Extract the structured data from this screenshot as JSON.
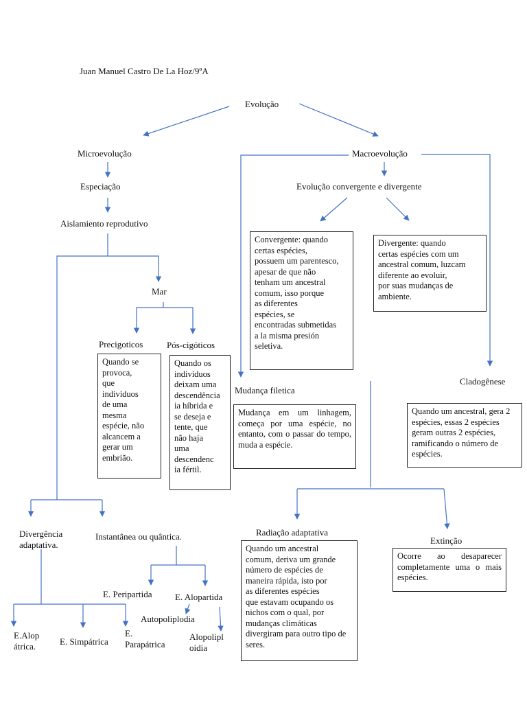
{
  "author": "Juan Manuel Castro De La Hoz/9ºA",
  "nodes": {
    "evolucao": "Evolução",
    "microevolucao": "Microevolução",
    "macroevolucao": "Macroevolução",
    "especiacao": "Especiação",
    "aislamiento": "Aislamiento reprodutivo",
    "mar": "Mar",
    "precigoticos": "Precigoticos",
    "poscigoticos": "Pós-cigóticos",
    "conv_div": "Evolução convergente e divergente",
    "mudanca_filetica": "Mudança filetica",
    "cladogenese": "Cladogênese",
    "divergencia": "Divergência\nadaptativa.",
    "instantanea": "Instantânea ou quântica.",
    "peripartida": "E. Peripartida",
    "alopartida": "E. Alopartida",
    "autopoliplodia": "Autopoliplodia",
    "alopoliploidia": "Alopolipl\noidia",
    "alopatrica": "E.Alop\nátrica.",
    "simpatrica": "E. Simpátrica",
    "parapatrica": "E.\nParapátrica",
    "radiacao": "Radiação adaptativa",
    "extincao": "Extinção"
  },
  "boxes": {
    "convergente": "Convergente: quando\ncertas espécies,\npossuem um parentesco,\napesar de que não\ntenham um ancestral\ncomum, isso porque\nas diferentes\nespécies, se\nencontradas submetidas\na la misma presión\nseletiva.",
    "divergente": "Divergente: quando\ncertas espécies com um\nancestral comum, luzcam\ndiferente ao evoluir,\npor suas mudanças de\nambiente.",
    "precigoticos": "Quando se\nprovoca,\nque\nindivíduos\nde uma\nmesma\nespécie, não\nalcancem a\ngerar um\nembrião.",
    "poscigoticos": "Quando os\nindivíduos\ndeixam uma\ndescendência\nia híbrida e\nse deseja e\ntente, que\nnão haja\numa\ndescendenc\nia fértil.",
    "mudanca": "Mudança em um linhagem, começa por uma espécie, no entanto, com o passar do tempo, muda a espécie.",
    "cladogenese": "Quando um ancestral, gera 2 espécies, essas 2 espécies geram outras 2 espécies, ramificando o número de espécies.",
    "radiacao": "Quando um ancestral\ncomum, deriva um grande\nnúmero de espécies de\nmaneira rápida, isto por\nas diferentes espécies\nque estavam ocupando os\nnichos com o qual, por\nmudanças climáticas\ndivergiram para outro tipo de\nseres.",
    "extincao": "Ocorre ao desaparecer completamente uma o mais espécies."
  },
  "colors": {
    "arrow": "#4472c4",
    "box_border": "#222222",
    "text": "#111111"
  }
}
